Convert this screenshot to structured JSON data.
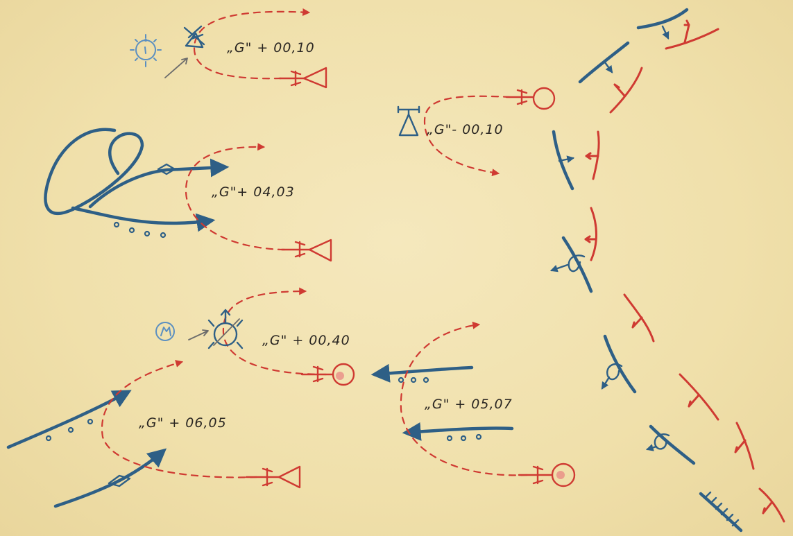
{
  "labels": {
    "g_plus_00_10": "„G\" + 00,10",
    "g_minus_00_10": "„G\"- 00,10",
    "g_plus_04_03": "„G\"+ 04,03",
    "g_plus_00_40": "„G\" + 00,40",
    "g_plus_05_07": "„G\" + 05,07",
    "g_plus_06_05": "„G\" + 06,05"
  },
  "colors": {
    "paper": "#f1e3b0",
    "red": "#cf3a32",
    "blue": "#2e5f86",
    "light_blue": "#5b8fc0",
    "text": "#2a2622"
  },
  "icons": [
    "helicopter-icon",
    "gun-position-icon",
    "observation-post-icon",
    "anti-aircraft-icon",
    "nuclear-burst-icon",
    "mortar-position-icon"
  ]
}
